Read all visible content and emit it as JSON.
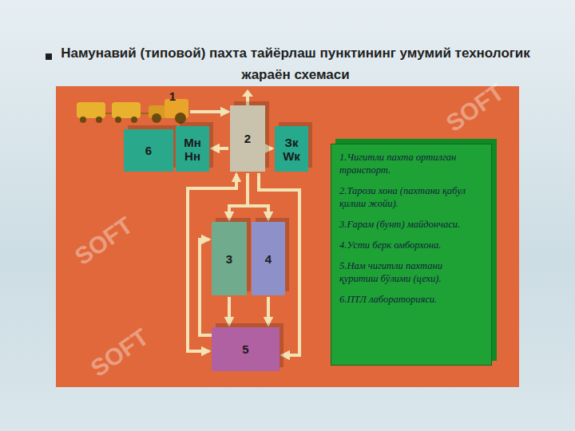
{
  "diagram": {
    "title": "Намунавий (типовой)  пахта тайёрлаш пунктининг умумий технологик жараён схемаси",
    "nodes": [
      {
        "text": [
          "1"
        ]
      },
      {
        "text": [
          "2"
        ]
      },
      {
        "text": [
          "6"
        ]
      },
      {
        "text": [
          "Мн",
          "Нн"
        ]
      },
      {
        "text": [
          "Зк",
          "Wк"
        ]
      },
      {
        "text": [
          "3"
        ]
      },
      {
        "text": [
          "4"
        ]
      },
      {
        "text": [
          "5"
        ]
      },
      {
        "text": [
          "1.Чигитли пахта ортилган транспорт.",
          "2.Тарози хона (пахтани қабул қилиш жойи).",
          "3.Ғарам (бунт) майдончаси.",
          "4.Усти берк омборхона.",
          "5.Нам чигитли пахтани қуритиш бўлими (цехи).",
          "6.ПТЛ лабораторияси."
        ]
      }
    ],
    "edges": [
      {
        "from": 0,
        "to": 1,
        "arrow": "to"
      },
      {
        "from": 1,
        "to": 3,
        "arrow": "to"
      },
      {
        "from": 1,
        "to": 4,
        "arrow": "to"
      },
      {
        "from": 1,
        "to": 5,
        "arrow": "to"
      },
      {
        "from": 1,
        "to": 6,
        "arrow": "to"
      },
      {
        "from": 5,
        "to": 7,
        "arrow": "to"
      },
      {
        "from": 6,
        "to": 7,
        "arrow": "to"
      },
      {
        "from": 1,
        "to": 7,
        "arrow": "both"
      },
      {
        "from": 1,
        "to": 7,
        "arrow": "to"
      },
      {
        "from": 7,
        "to": 5,
        "arrow": "to"
      }
    ],
    "labels": [
      "SOFT",
      "SOFT",
      "SOFT"
    ]
  }
}
